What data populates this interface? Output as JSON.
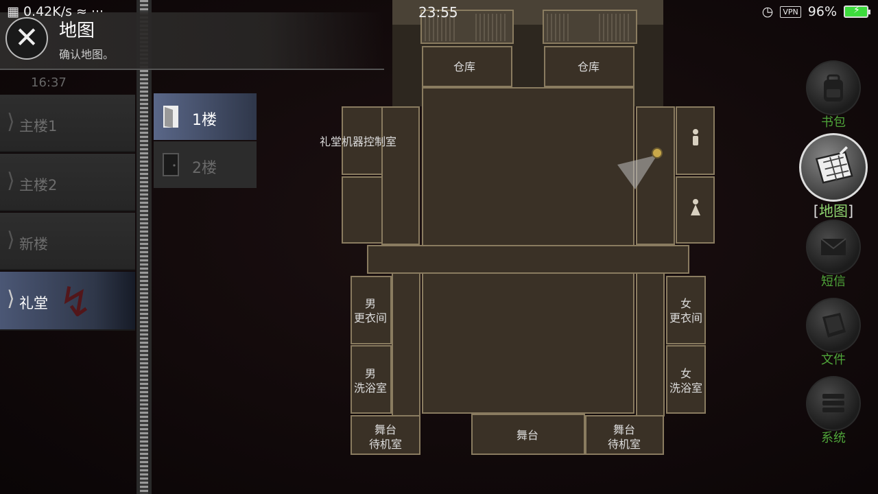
{
  "status_bar": {
    "net_speed": "0.42K/s",
    "clock": "23:55",
    "vpn": "VPN",
    "battery": "96%"
  },
  "notification": {
    "title": "地图",
    "subtitle": "确认地图。"
  },
  "timer": "16:37",
  "buildings": [
    {
      "label": "主楼1",
      "active": false
    },
    {
      "label": "主楼2",
      "active": false
    },
    {
      "label": "新楼",
      "active": false
    },
    {
      "label": "礼堂",
      "active": true
    }
  ],
  "floors": [
    {
      "label": "1楼",
      "active": true
    },
    {
      "label": "2楼",
      "active": false
    }
  ],
  "map": {
    "rooms": {
      "storage_left": "仓库",
      "storage_right": "仓库",
      "machine_room": "礼堂机器控制室",
      "male_changing_1": "男",
      "male_changing_2": "更衣间",
      "male_bath_1": "男",
      "male_bath_2": "洗浴室",
      "female_changing_1": "女",
      "female_changing_2": "更衣间",
      "female_bath_1": "女",
      "female_bath_2": "洗浴室",
      "stage": "舞台",
      "stage_wait_left_1": "舞台",
      "stage_wait_left_2": "待机室",
      "stage_wait_right_1": "舞台",
      "stage_wait_right_2": "待机室"
    },
    "colors": {
      "floor": "#3a3126",
      "wall": "#8a7c60",
      "player": "#c9a84a"
    }
  },
  "menu": [
    {
      "label": "书包",
      "icon": "backpack-icon",
      "active": false
    },
    {
      "label": "地图",
      "icon": "map-icon",
      "active": true
    },
    {
      "label": "短信",
      "icon": "envelope-icon",
      "active": false
    },
    {
      "label": "文件",
      "icon": "book-icon",
      "active": false
    },
    {
      "label": "系统",
      "icon": "system-icon",
      "active": false
    }
  ]
}
